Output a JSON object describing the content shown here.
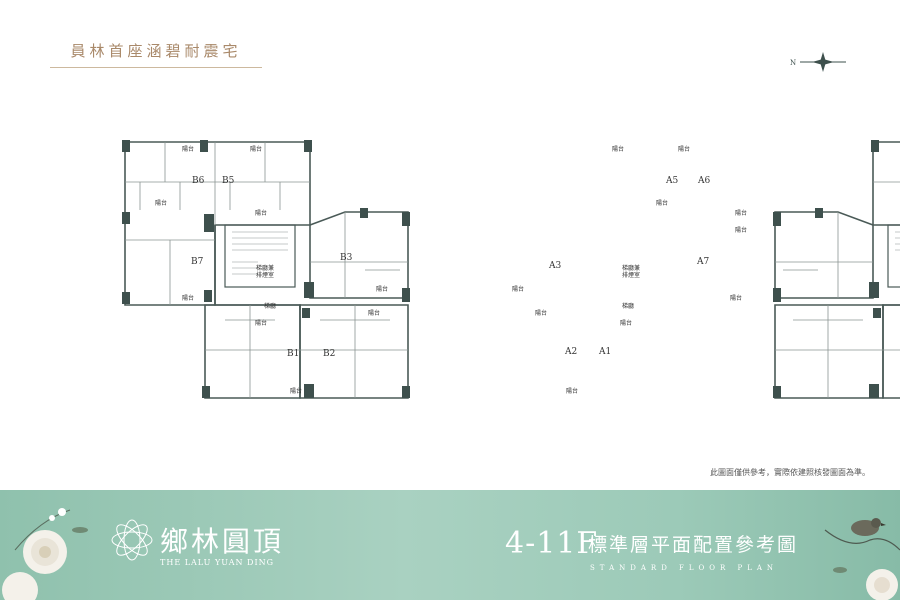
{
  "header": {
    "headline": "員林首座涵碧耐震宅"
  },
  "compass": {
    "north_label": "N",
    "icon": "compass-star-icon"
  },
  "floorplan": {
    "left_units": [
      "B6",
      "B5",
      "B7",
      "B3",
      "B1",
      "B2"
    ],
    "right_units": [
      "A5",
      "A6",
      "A3",
      "A7",
      "A2",
      "A1"
    ],
    "balcony_label": "陽台",
    "corridor_label": "梯廳",
    "stair_label": "梯廳兼\n排煙室",
    "colors": {
      "wall": "#4a5a57",
      "column": "#3e504d",
      "line": "#8a9592"
    }
  },
  "disclaimer": "此圖面僅供參考，實際依建照核發圖面為準。",
  "footer": {
    "brand_cn": "鄉林圓頂",
    "brand_en": "THE LALU YUAN DING",
    "floor": "4-11F",
    "title_cn": "標準層平面配置參考圖",
    "title_en": "STANDARD FLOOR PLAN",
    "colors": {
      "band": "#9ccab8",
      "text": "#ffffff"
    }
  }
}
